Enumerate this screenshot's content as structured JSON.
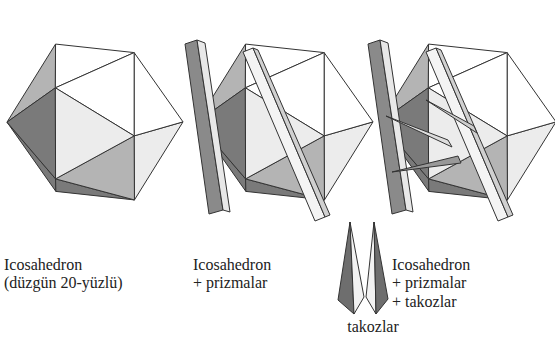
{
  "diagram": {
    "labels": [
      "Icosahedron (düzgün 20-yüzlü)",
      "Icosahedron + prizmalar",
      "Icosahedron + prizmalar + takozlar",
      "takozlar"
    ]
  }
}
